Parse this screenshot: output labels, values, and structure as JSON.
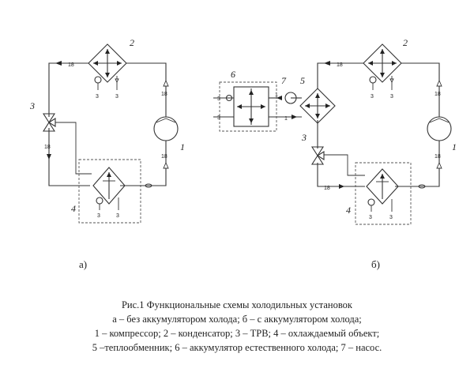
{
  "diagram": {
    "panel_a_label": "а)",
    "panel_b_label": "б)",
    "flow_label": "18",
    "sensor_label": "3",
    "pump_flow_label": "1",
    "component_numbers": {
      "compressor": "1",
      "condenser": "2",
      "valve": "3",
      "cooled_object": "4",
      "heat_exchanger": "5",
      "accumulator": "6",
      "pump": "7"
    }
  },
  "caption": {
    "line1": "Рис.1 Функциональные схемы холодильных установок",
    "line2": "а – без аккумулятором холода; б – с аккумулятором холода;",
    "line3": "1 – компрессор; 2 – конденсатор; 3 – ТРВ; 4 – охлаждаемый объект;",
    "line4": "5 –теплообменник; 6 – аккумулятор естественного холода; 7 – насос."
  }
}
